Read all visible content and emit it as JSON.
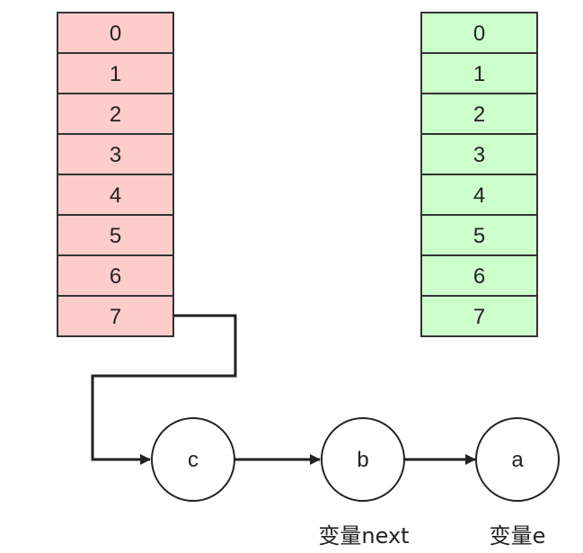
{
  "old_table": {
    "indices": [
      "0",
      "1",
      "2",
      "3",
      "4",
      "5",
      "6",
      "7"
    ],
    "fill_color": "#ffcccc",
    "border_color": "#333333"
  },
  "new_table": {
    "indices": [
      "0",
      "1",
      "2",
      "3",
      "4",
      "5",
      "6",
      "7"
    ],
    "fill_color": "#ccffcc",
    "border_color": "#333333"
  },
  "linked_list": {
    "nodes": [
      "c",
      "b",
      "a"
    ]
  },
  "captions": {
    "next_variable": "变量next",
    "e_variable": "变量e"
  }
}
